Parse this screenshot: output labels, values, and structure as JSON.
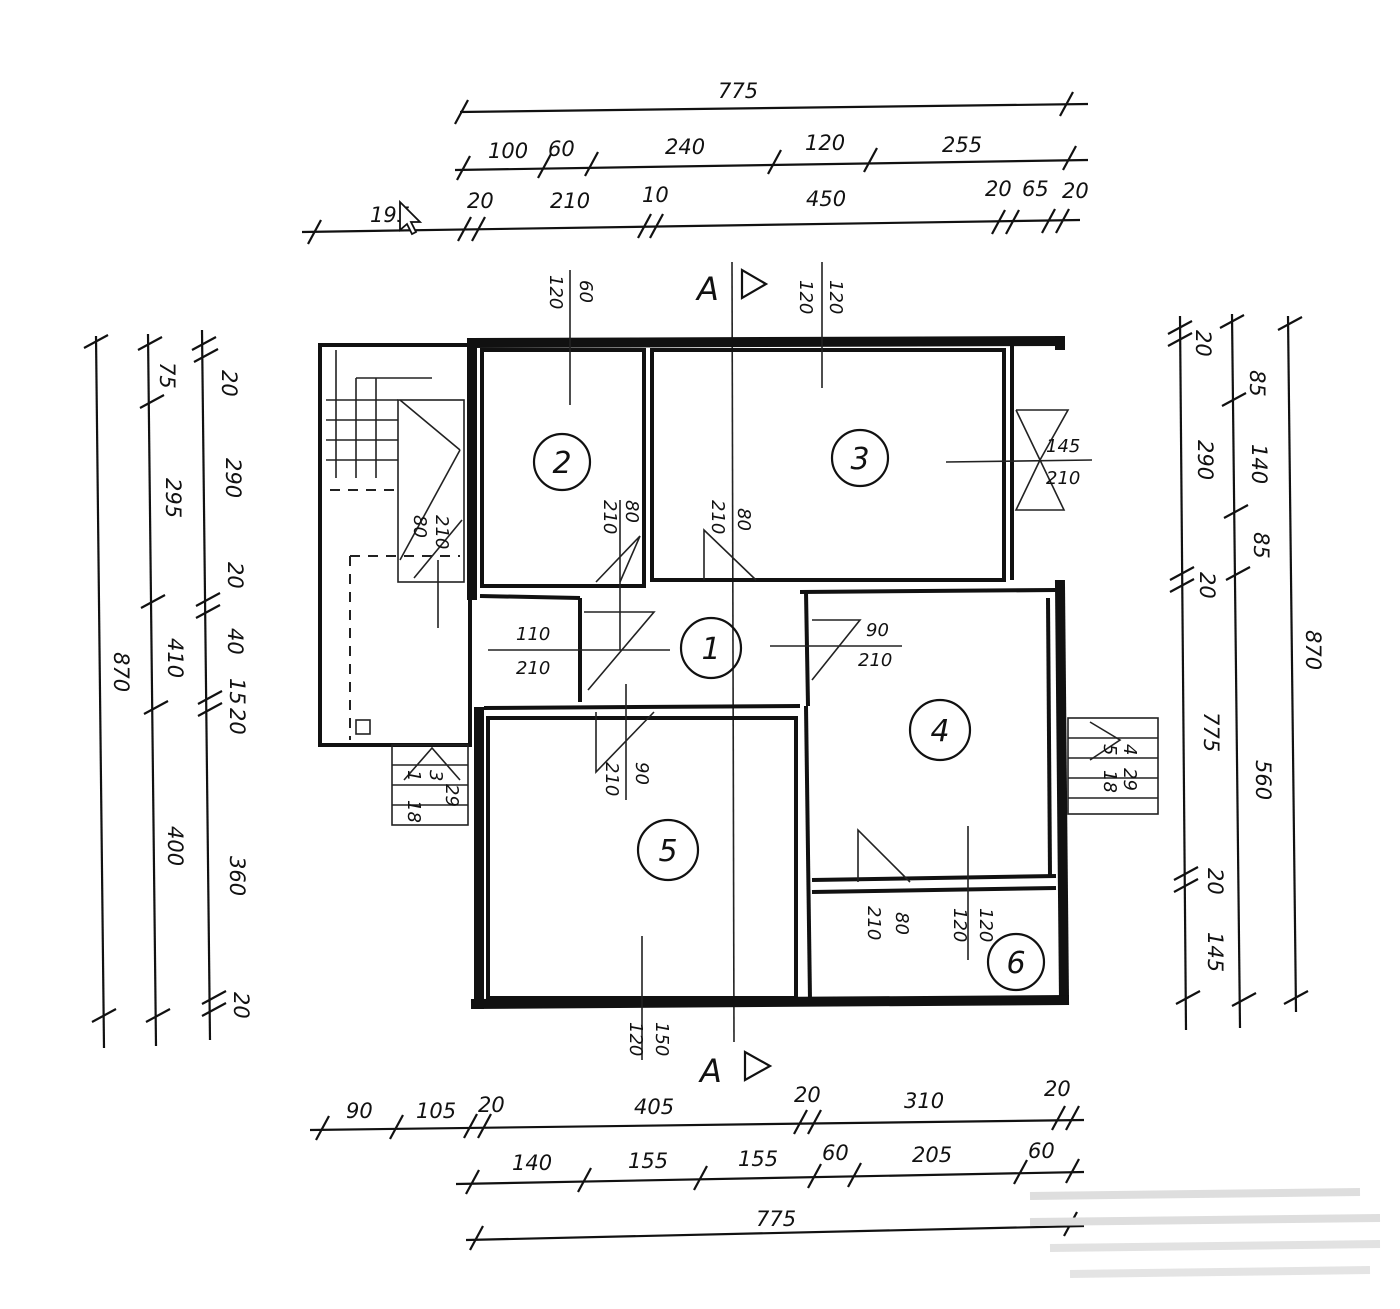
{
  "section_marker": "A",
  "top_dims": {
    "overall": "775",
    "row2": [
      "100",
      "60",
      "240",
      "120",
      "255"
    ],
    "row3": [
      "195",
      "20",
      "210",
      "10",
      "450",
      "20",
      "65",
      "20"
    ]
  },
  "bottom_dims": {
    "row1": [
      "90",
      "105",
      "20",
      "405",
      "20",
      "310",
      "20"
    ],
    "row2": [
      "140",
      "155",
      "155",
      "60",
      "205",
      "60"
    ],
    "overall": "775"
  },
  "left_dims": {
    "overall": "870",
    "mid": [
      "75",
      "295",
      "410",
      "400"
    ],
    "inner": [
      "20",
      "290",
      "20",
      "40",
      "15",
      "20",
      "360",
      "20"
    ]
  },
  "right_dims": {
    "inner": [
      "20",
      "290",
      "20",
      "775",
      "20",
      "145"
    ],
    "mid": [
      "85",
      "140",
      "85",
      "560"
    ],
    "overall": "870"
  },
  "rooms": [
    "1",
    "2",
    "3",
    "4",
    "5",
    "6"
  ],
  "openings": {
    "w_room2_top": [
      "60",
      "120"
    ],
    "w_room3_top": [
      "120",
      "120"
    ],
    "door_stair": [
      "80",
      "210"
    ],
    "door_room2": [
      "80",
      "210"
    ],
    "door_room3": [
      "80",
      "210"
    ],
    "w_room3_right": [
      "145",
      "210"
    ],
    "door_left_hall": [
      "110",
      "210"
    ],
    "door_room4": [
      "90",
      "210"
    ],
    "door_room5": [
      "90",
      "210"
    ],
    "door_room6": [
      "80",
      "210"
    ],
    "w_room6": [
      "120",
      "120"
    ],
    "w_room5_bottom": [
      "150",
      "120"
    ]
  },
  "stairs": {
    "left": [
      "3",
      "29",
      "1",
      "18"
    ],
    "right": [
      "4",
      "29",
      "5",
      "18"
    ]
  }
}
